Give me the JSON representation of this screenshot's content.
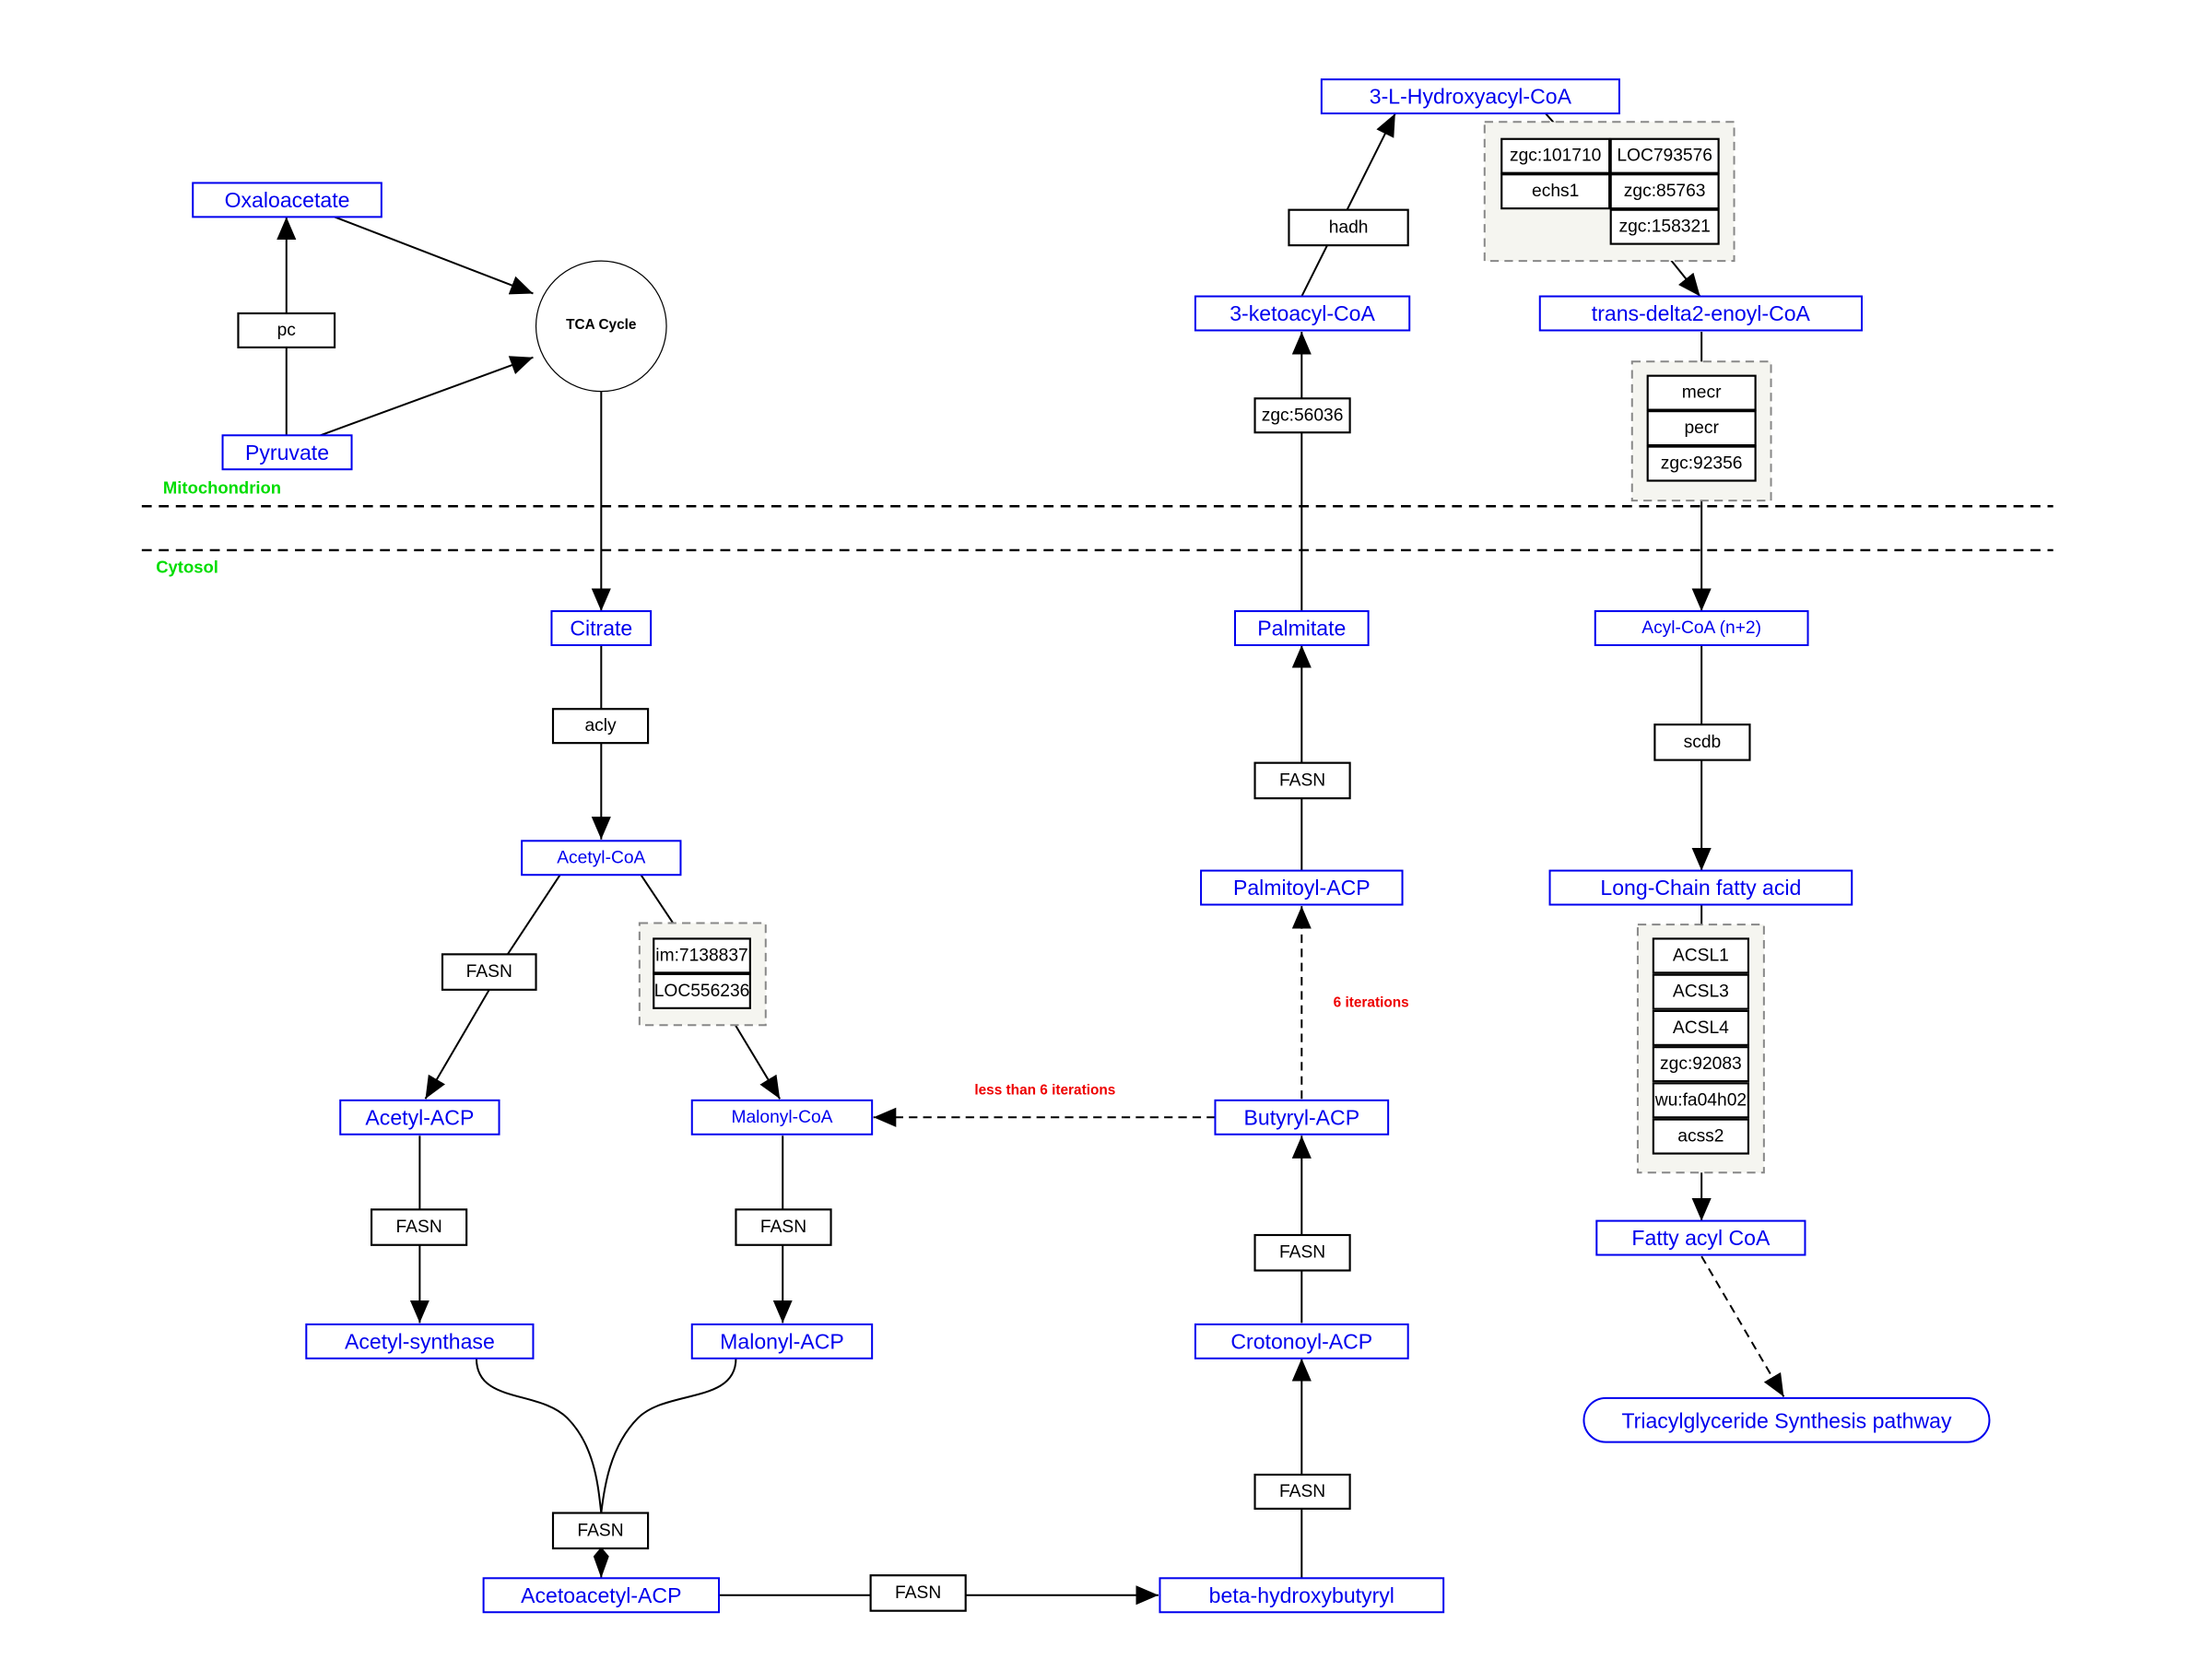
{
  "diagram": {
    "compartments": {
      "mitochondrion": "Mitochondrion",
      "cytosol": "Cytosol"
    },
    "colors": {
      "metabolite": "#0000ee",
      "gene": "#000000",
      "compartment_label": "#00dd00",
      "annotation": "#ee0000",
      "group_fill": "#f5f5f0"
    },
    "metabolites": {
      "oxaloacetate": "Oxaloacetate",
      "pyruvate": "Pyruvate",
      "tca_cycle": "TCA Cycle",
      "citrate": "Citrate",
      "acetyl_coa": "Acetyl-CoA",
      "acetyl_acp": "Acetyl-ACP",
      "malonyl_coa": "Malonyl-CoA",
      "acetyl_synthase": "Acetyl-synthase",
      "malonyl_acp": "Malonyl-ACP",
      "acetoacetyl_acp": "Acetoacetyl-ACP",
      "beta_hydroxybutyryl": "beta-hydroxybutyryl",
      "crotonoyl_acp": "Crotonoyl-ACP",
      "butyryl_acp": "Butyryl-ACP",
      "palmitoyl_acp": "Palmitoyl-ACP",
      "palmitate": "Palmitate",
      "ketoacyl_coa": "3-ketoacyl-CoA",
      "hydroxyacyl_coa": "3-L-Hydroxyacyl-CoA",
      "trans_enoyl_coa": "trans-delta2-enoyl-CoA",
      "acyl_coa_n2": "Acyl-CoA (n+2)",
      "long_chain_fatty_acid": "Long-Chain fatty acid",
      "fatty_acyl_coa": "Fatty acyl CoA",
      "triacylglyceride_pathway": "Triacylglyceride Synthesis pathway"
    },
    "genes": {
      "pc": "pc",
      "acly": "acly",
      "fasn_acetyl": "FASN",
      "fasn_acetyl_acp": "FASN",
      "fasn_malonyl": "FASN",
      "fasn_condense": "FASN",
      "fasn_acetoacetyl": "FASN",
      "fasn_beta": "FASN",
      "fasn_crotonoyl": "FASN",
      "fasn_palmitoyl": "FASN",
      "zgc56036": "zgc:56036",
      "hadh": "hadh",
      "scdb": "scdb",
      "acc_group": [
        "im:7138837",
        "LOC556236"
      ],
      "hydratase_group_left": [
        "zgc:101710",
        "echs1"
      ],
      "hydratase_group_right": [
        "LOC793576",
        "zgc:85763",
        "zgc:158321"
      ],
      "reductase_group": [
        "mecr",
        "pecr",
        "zgc:92356"
      ],
      "acsl_group": [
        "ACSL1",
        "ACSL3",
        "ACSL4",
        "zgc:92083",
        "wu:fa04h02",
        "acss2"
      ]
    },
    "annotations": {
      "six_iterations": "6 iterations",
      "less_than_six": "less than 6 iterations"
    }
  }
}
